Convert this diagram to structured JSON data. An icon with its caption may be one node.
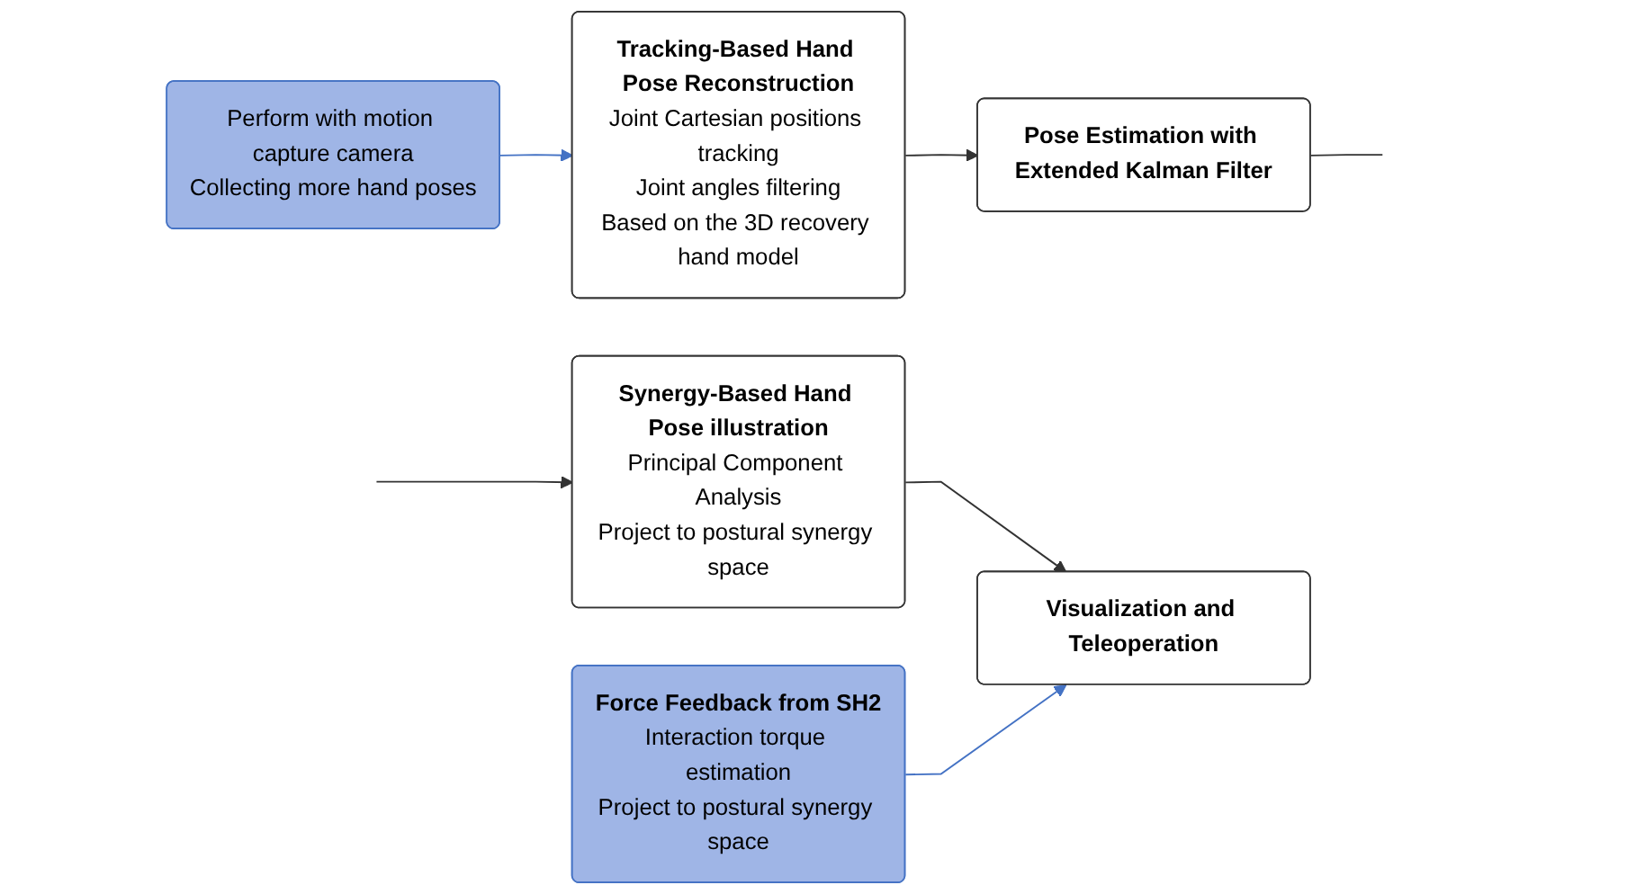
{
  "diagram": {
    "nodes": [
      {
        "text": [
          "Perform with motion capture camera",
          "Collecting more hand poses"
        ]
      },
      {
        "text": [
          "Tracking-Based Hand Pose Reconstruction",
          "Joint Cartesian positions tracking",
          "Joint angles filtering",
          "Based on the 3D recovery hand model"
        ]
      },
      {
        "text": [
          "Pose Estimation with Extended Kalman Filter"
        ]
      },
      {
        "text": [
          "Synergy-Based Hand Pose illustration",
          "Principal Component Analysis",
          "Project to postural synergy space"
        ]
      },
      {
        "text": [
          "Visualization and Teleoperation"
        ]
      },
      {
        "text": [
          "Force Feedback from SH2",
          "Interaction torque estimation",
          "Project to postural synergy space"
        ]
      }
    ],
    "edges": [
      {
        "from": 0,
        "to": 1,
        "arrow": "to",
        "color": "#4472c4"
      },
      {
        "from": 1,
        "to": 2,
        "arrow": "to"
      },
      {
        "from": 2,
        "to": null,
        "arrow": "none"
      },
      {
        "from": null,
        "to": 3,
        "arrow": "to"
      },
      {
        "from": 3,
        "to": 4,
        "arrow": "to"
      },
      {
        "from": 5,
        "to": 4,
        "arrow": "to",
        "color": "#4472c4"
      }
    ]
  }
}
